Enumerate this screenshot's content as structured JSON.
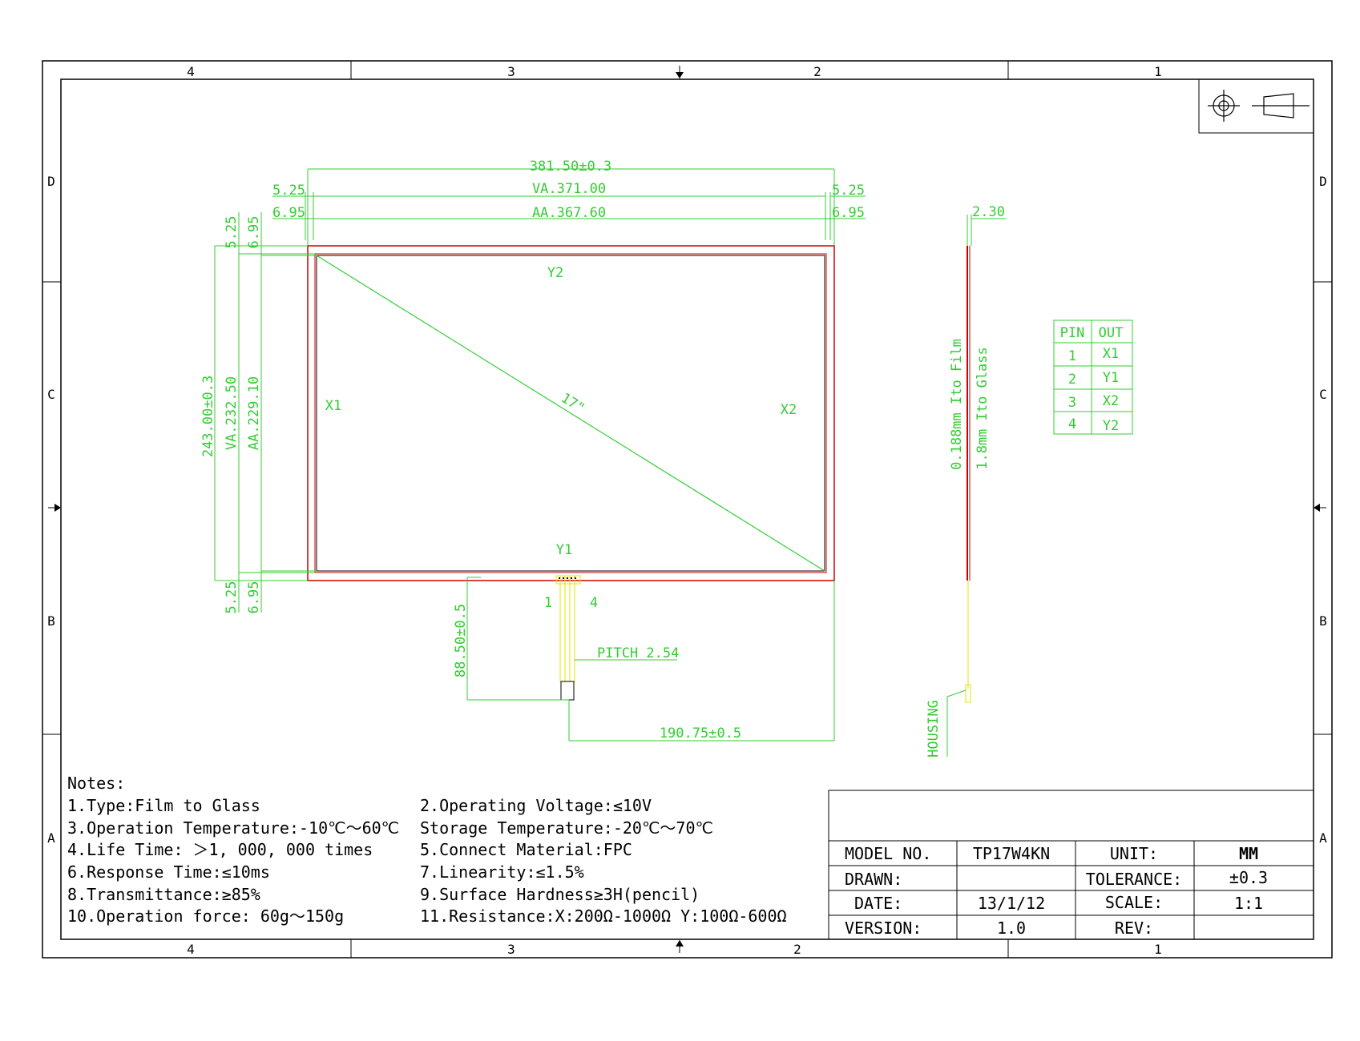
{
  "frame": {
    "columns": [
      "4",
      "3",
      "2",
      "1"
    ],
    "rows": [
      "D",
      "C",
      "B",
      "A"
    ]
  },
  "dims": {
    "overall_width": "381.50±0.3",
    "va_width": "VA.371.00",
    "aa_width": "AA.367.60",
    "margin_va_left": "5.25",
    "margin_va_right": "5.25",
    "margin_aa_left": "6.95",
    "margin_aa_right": "6.95",
    "margin_va_top": "5.25",
    "margin_aa_top": "6.95",
    "margin_va_bottom": "5.25",
    "margin_aa_bottom": "6.95",
    "overall_height": "243.00±0.3",
    "va_height": "VA.232.50",
    "aa_height": "AA.229.10",
    "tail_length": "88.50±0.5",
    "tail_offset": "190.75±0.5",
    "pitch": "PITCH 2.54",
    "thickness": "2.30",
    "film_thickness": "0.188mm Ito Film",
    "glass_thickness": "1.8mm Ito Glass",
    "diagonal": "17\"",
    "housing": "HOUSING"
  },
  "labels": {
    "x1": "X1",
    "x2": "X2",
    "y1": "Y1",
    "y2": "Y2",
    "pin_first": "1",
    "pin_last": "4"
  },
  "pin_table": {
    "headers": [
      "PIN",
      "OUT"
    ],
    "rows": [
      [
        "1",
        "X1"
      ],
      [
        "2",
        "Y1"
      ],
      [
        "3",
        "X2"
      ],
      [
        "4",
        "Y2"
      ]
    ]
  },
  "notes": {
    "title": "Notes:",
    "left": [
      "1.Type:Film to Glass",
      "3.Operation Temperature:-10℃～60℃",
      "4.Life Time: ＞1, 000, 000 times",
      "6.Response Time:≤10ms",
      "8.Transmittance:≥85%",
      "10.Operation force: 60g～150g"
    ],
    "right": [
      "2.Operating Voltage:≤10V",
      "Storage Temperature:-20℃～70℃",
      "5.Connect Material:FPC",
      "7.Linearity:≤1.5%",
      "9.Surface Hardness≥3H(pencil)",
      "11.Resistance:X:200Ω-1000Ω  Y:100Ω-600Ω"
    ]
  },
  "title_block": {
    "model_label": "MODEL NO.",
    "model_value": "TP17W4KN",
    "unit_label": "UNIT:",
    "unit_value": "MM",
    "drawn_label": "DRAWN:",
    "drawn_value": "",
    "tolerance_label": "TOLERANCE:",
    "tolerance_value": "±0.3",
    "date_label": "DATE:",
    "date_value": "13/1/12",
    "scale_label": "SCALE:",
    "scale_value": "1:1",
    "version_label": "VERSION:",
    "version_value": "1.0",
    "rev_label": "REV:",
    "rev_value": ""
  },
  "colors": {
    "dimension": "#33cc33",
    "outline_red": "#cc0000",
    "fpc_yellow": "#e6e600",
    "frame": "#000000"
  }
}
